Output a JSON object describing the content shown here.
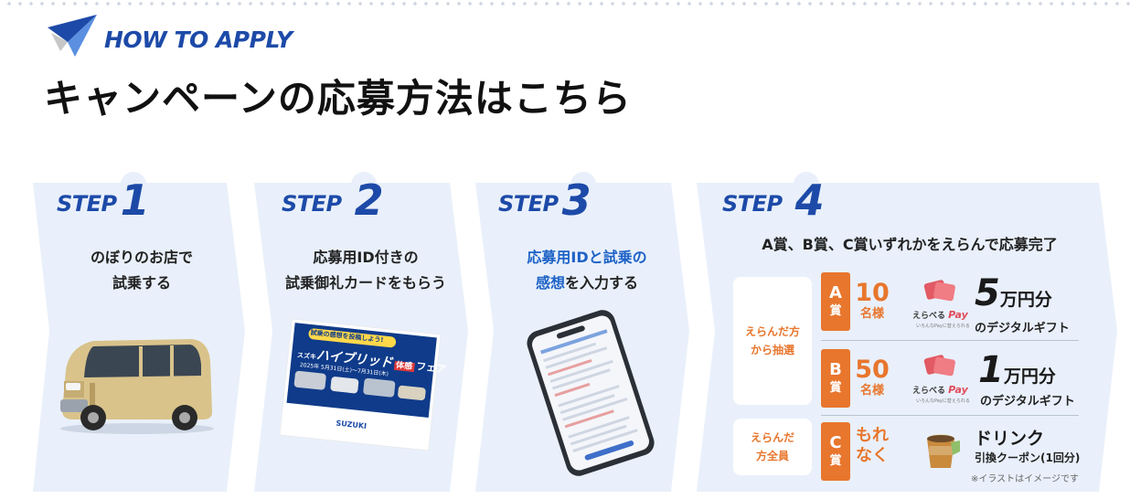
{
  "header": {
    "eyebrow": "HOW TO APPLY",
    "title": "キャンペーンの応募方法はこちら"
  },
  "steps": [
    {
      "word": "STEP",
      "num": "1",
      "desc_lines": [
        "のぼりのお店で",
        "試乗する"
      ]
    },
    {
      "word": "STEP",
      "num": "2",
      "desc_lines": [
        "応募用ID付きの",
        "試乗御礼カードをもらう"
      ]
    },
    {
      "word": "STEP",
      "num": "3",
      "desc_hl_1": "応募用IDと試乗の",
      "desc_hl_2": "感想",
      "desc_rest": "を入力する"
    },
    {
      "word": "STEP",
      "num": "4",
      "desc": "A賞、B賞、C賞いずれかをえらんで応募完了"
    }
  ],
  "card": {
    "banner": "試乗の感想を投稿しよう!",
    "brand": "スズキ",
    "title_main": "ハイブリッド",
    "title_tag": "体感",
    "title_tail": "フェア",
    "dates": "2025年 5月31日(土)〜7月31日(木)",
    "maker": "SUZUKI"
  },
  "prizes": {
    "lottery_label": [
      "えらんだ方",
      "から抽選"
    ],
    "all_label": [
      "えらんだ",
      "方全員"
    ],
    "items": [
      {
        "grade": "A",
        "suffix": "賞",
        "count": "10",
        "count_unit": "名様",
        "amount": "5",
        "amount_unit": "万円分",
        "sub": "のデジタルギフト",
        "logo": "えらべる",
        "logo_pay": "Pay",
        "logo_tiny": "いろんなPayに替えられる"
      },
      {
        "grade": "B",
        "suffix": "賞",
        "count": "50",
        "count_unit": "名様",
        "amount": "1",
        "amount_unit": "万円分",
        "sub": "のデジタルギフト",
        "logo": "えらべる",
        "logo_pay": "Pay",
        "logo_tiny": "いろんなPayに替えられる"
      },
      {
        "grade": "C",
        "suffix": "賞",
        "count": "もれ",
        "count_unit": "なく",
        "amount": "ドリンク",
        "sub": "引換クーポン(1回分)"
      }
    ],
    "note": "※イラストはイメージです"
  },
  "colors": {
    "accent": "#1d4aa8",
    "orange": "#e8762d",
    "panel_bg": "#e9f0fb"
  }
}
